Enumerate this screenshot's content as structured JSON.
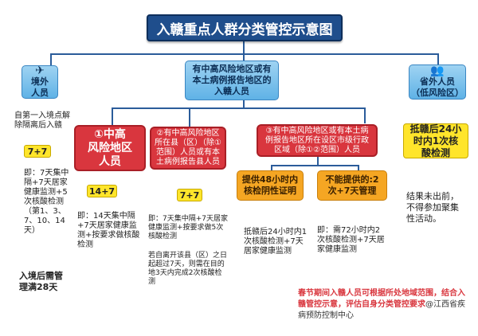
{
  "title": "入赣重点人群分类管控示意图",
  "left": {
    "box_line1": "境外",
    "box_line2": "人员",
    "text1": "自第一入境点解除隔离后入赣",
    "tag": "7+7",
    "text2": "即：7天集中隔+7天居家健康监测+5次核酸检测（第1、3、7、10、14天）",
    "text3": "入境后需管理满28天",
    "icon": "airplane-icon"
  },
  "center": {
    "box": "有中高风险地区或有本土病例报告地区的入赣人员",
    "red1_line1": "①中高",
    "red1_line2": "风险地区",
    "red1_line3": "人员",
    "red1_tag": "14+7",
    "red1_text": "即：14天集中隔+7天居家健康监测+按要求做核酸检测",
    "red2_text": "②有中高风险地区所在县（区）（除①范围）人员或有本土病例报告县人员",
    "red2_tag": "7+7",
    "red2_text2": "即：7天集中隔+7天居家健康监测+按要求做5次核酸检测",
    "red2_text3": "若自离开该县（区）之日起超过7天，则需在目的地3天内完成2次核酸检测",
    "red3_text": "③有中高风险地区或有本土病例报告地区所在设区市级行政区域（除①②范围）人员",
    "orange1": "提供48小时内核检阴性证明",
    "orange2": "不能提供的:2次+7天管理",
    "text_o1": "抵赣后24小时内1次核酸检测+7天居家健康监测",
    "text_o2": "即：需72小时内2次核酸检测+7天居家健康监测"
  },
  "right": {
    "box_line1": "省外人员",
    "box_line2": "（低风险区）",
    "yellow": "抵赣后24小时内1次核酸检测",
    "text": "结果未出前，不得参加聚集性活动。",
    "icon": "people-icon"
  },
  "footer": {
    "text": "春节期间入赣人员可根据所处地域范围，结合入赣管控示意，评估自身分类管控要求",
    "org": "@江西省疾病预防控制中心"
  }
}
